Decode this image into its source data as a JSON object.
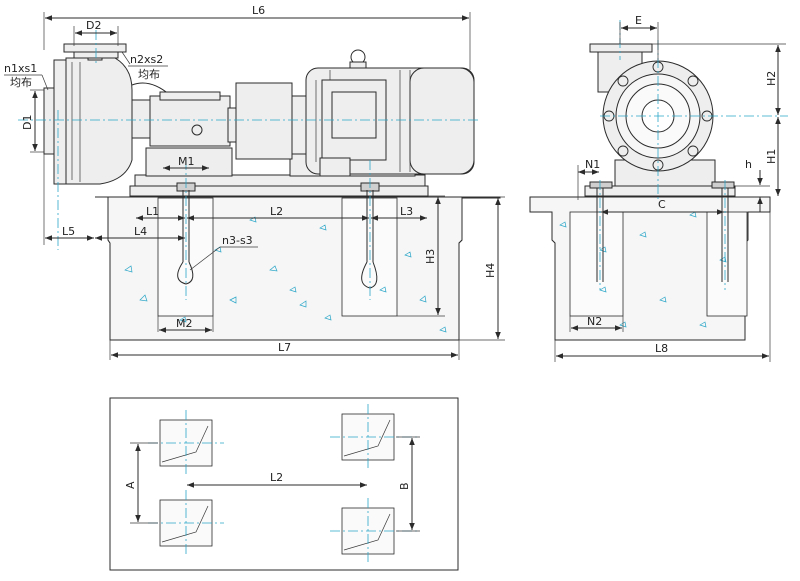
{
  "labels": {
    "L6": "L6",
    "D2": "D2",
    "n1xs1": "n1xs1",
    "n1_note": "均布",
    "n2xs2": "n2xs2",
    "n2_note": "均布",
    "D1": "D1",
    "M1": "M1",
    "L1": "L1",
    "L2": "L2",
    "L3": "L3",
    "L4": "L4",
    "L5": "L5",
    "n3s3": "n3-s3",
    "H3": "H3",
    "H4": "H4",
    "M2": "M2",
    "L7": "L7",
    "E": "E",
    "H2": "H2",
    "N1": "N1",
    "H1": "H1",
    "h": "h",
    "C": "C",
    "N2": "N2",
    "L8": "L8",
    "A": "A",
    "B": "B",
    "L2_plan": "L2"
  }
}
